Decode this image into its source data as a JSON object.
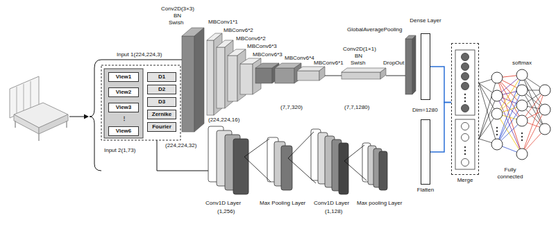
{
  "diagram": {
    "nodes": [
      {
        "text": [
          "View1"
        ]
      },
      {
        "text": [
          "View2"
        ]
      },
      {
        "text": [
          "View3"
        ]
      },
      {
        "text": [
          "View6"
        ]
      },
      {
        "text": [
          "D1"
        ]
      },
      {
        "text": [
          "D2"
        ]
      },
      {
        "text": [
          "D3"
        ]
      },
      {
        "text": [
          "Zernike"
        ]
      },
      {
        "text": [
          "Fourier"
        ]
      },
      {
        "text": [
          "Dense Layer"
        ]
      },
      {
        "text": [
          "Flatten"
        ]
      },
      {
        "text": [
          "Merge"
        ]
      }
    ],
    "edges": [
      {
        "from": 9,
        "to": 11,
        "arrow": "none"
      },
      {
        "from": 10,
        "to": 11,
        "arrow": "none"
      }
    ],
    "labels": [
      "Input 1(224,224,3)",
      "Conv2D(3×3)",
      "BN",
      "Swish",
      "MBConv1*1",
      "MBConv6*2",
      "MBConv6*2",
      "MBConv6*3",
      "MBConv6*3",
      "MBConv6*4",
      "MBConv6*1",
      "(224,224,32)",
      "(224,224,16)",
      "(7,7,320)",
      "Conv2D(1×1)",
      "BN",
      "Swish",
      "(7,7,1280)",
      "GlobalAveragePooling",
      "DropOut",
      "Dim=1280",
      "Input 2(1,73)",
      "Conv1D Layer",
      "(1,256)",
      "Max Pooling Layer",
      "Conv1D Layer",
      "(1,128)",
      "Max pooling Layer",
      "softmax",
      "Fully connected",
      "⋮"
    ]
  }
}
